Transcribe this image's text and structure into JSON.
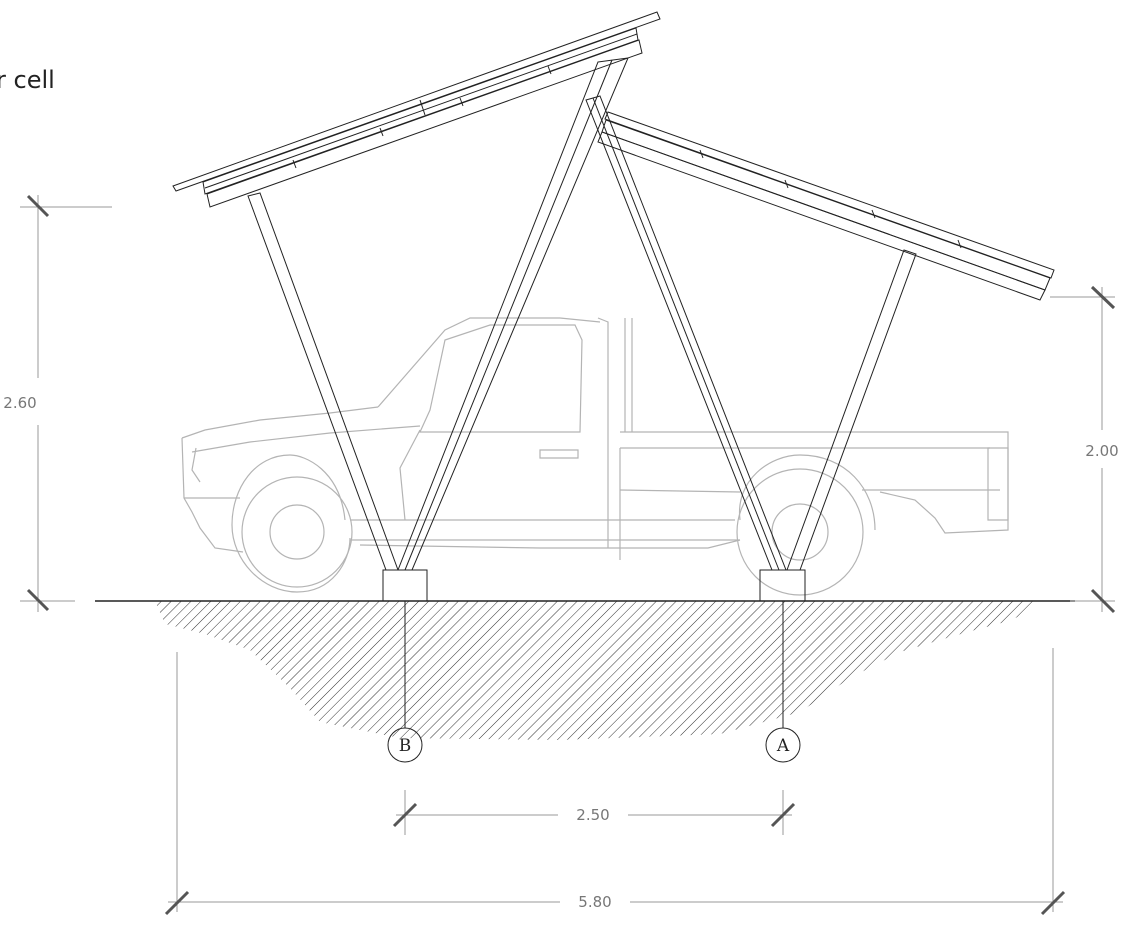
{
  "caption_fragment": "r cell",
  "dimensions": {
    "left_height": "2.60",
    "right_height": "2.00",
    "axis_spacing": "2.50",
    "overall_width": "5.80"
  },
  "grid_axes": {
    "left": "B",
    "right": "A"
  },
  "colors": {
    "structure": "#222222",
    "vehicle": "#b4b4b4",
    "dimension": "#999999",
    "dimension_text": "#777777",
    "hatch": "#333333"
  }
}
